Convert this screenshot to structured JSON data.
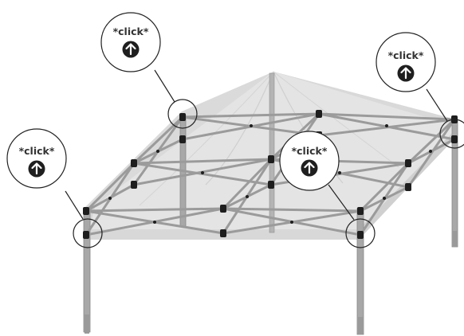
{
  "diagram": {
    "subject": "pop-up canopy frame with fabric roof",
    "instruction_icon": "arrow-up-circle-icon",
    "callouts": [
      {
        "id": "callout-top-left",
        "label": "*click*"
      },
      {
        "id": "callout-top-right",
        "label": "*click*"
      },
      {
        "id": "callout-left",
        "label": "*click*"
      },
      {
        "id": "callout-front",
        "label": "*click*"
      }
    ],
    "colors": {
      "canopy_fabric": "#e3e3e3",
      "canopy_fold": "#d2d2d2",
      "frame_tube": "#a8a8a8",
      "frame_tube_edge": "#7e7e7e",
      "joint": "#1e1e1e",
      "callout_circle": "#1f1f1f",
      "callout_text": "#333333"
    }
  }
}
